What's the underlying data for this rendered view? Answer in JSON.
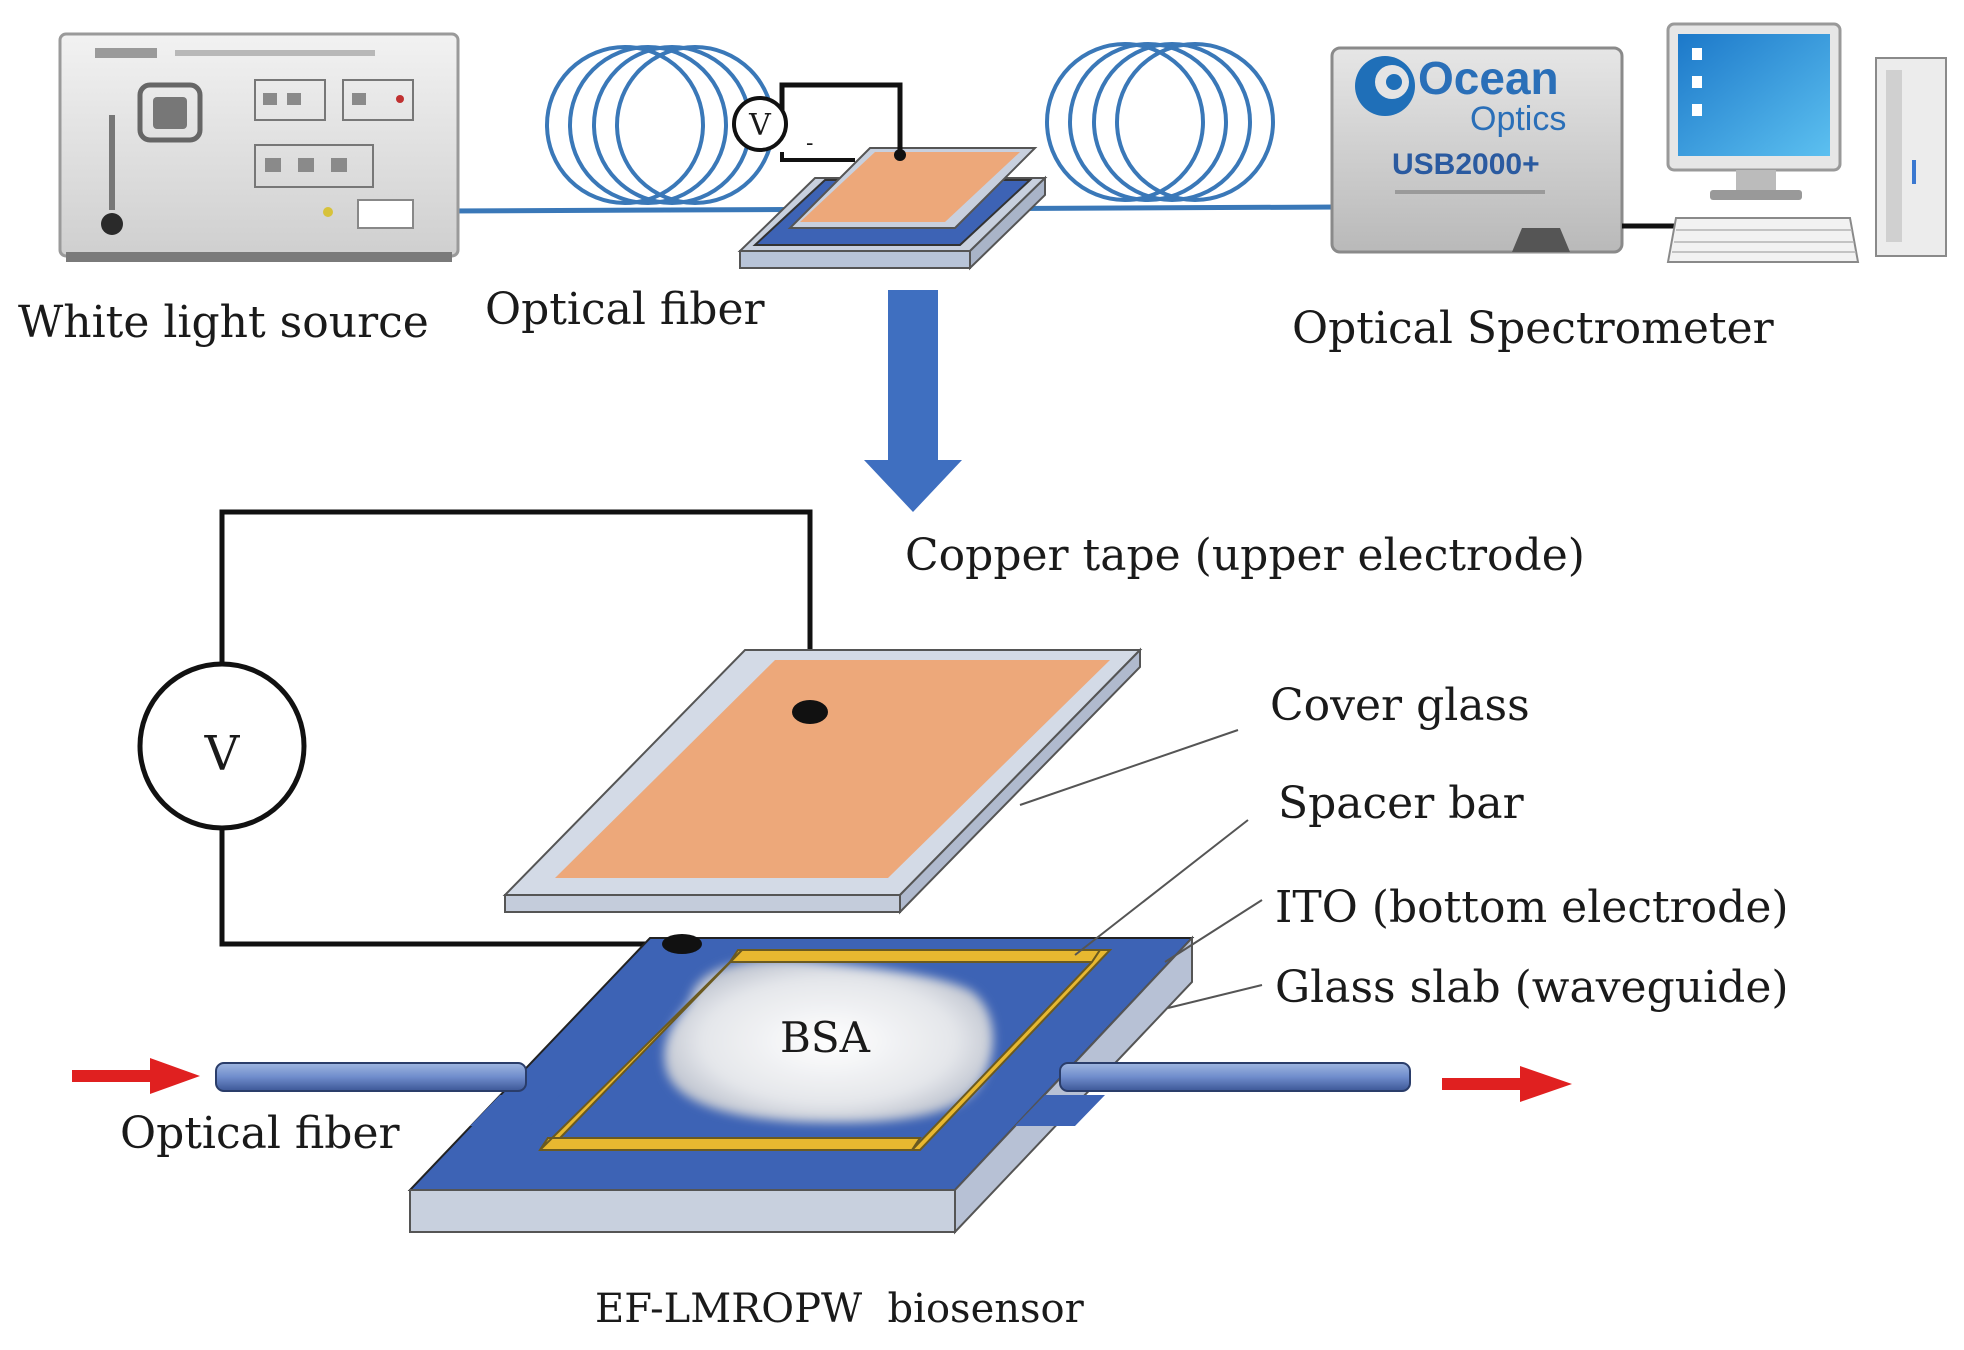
{
  "labels": {
    "white_light_source": "White light source",
    "optical_fiber_top": "Optical fiber",
    "optical_spectrometer": "Optical Spectrometer",
    "copper_tape": "Copper tape (upper electrode)",
    "cover_glass": "Cover glass",
    "spacer_bar": "Spacer bar",
    "ito": "ITO (bottom electrode)",
    "glass_slab": "Glass slab (waveguide)",
    "optical_fiber_bottom": "Optical fiber",
    "bsa": "BSA",
    "voltmeter_symbol": "V",
    "voltmeter_small_symbol": "V",
    "small_minus": "-",
    "caption": "EF-LMROPW  biosensor"
  },
  "spectrometer": {
    "brand_line1": "Ocean",
    "brand_line2": "Optics",
    "model": "USB2000+"
  },
  "colors": {
    "fiber_blue": "#3a78b8",
    "copper": "#eda87a",
    "ito_blue": "#3d63b5",
    "glass": "#c8d0de",
    "spacer_gold": "#e8b830",
    "arrow_red": "#e02020",
    "down_arrow": "#3f6fc0",
    "instrument_gray": "#dcdcdc",
    "monitor_blue": "#2a8fd6"
  },
  "icons": [
    "light-source-instrument",
    "fiber-coil",
    "spectrometer-device",
    "computer",
    "voltmeter",
    "down-arrow",
    "red-arrow"
  ]
}
